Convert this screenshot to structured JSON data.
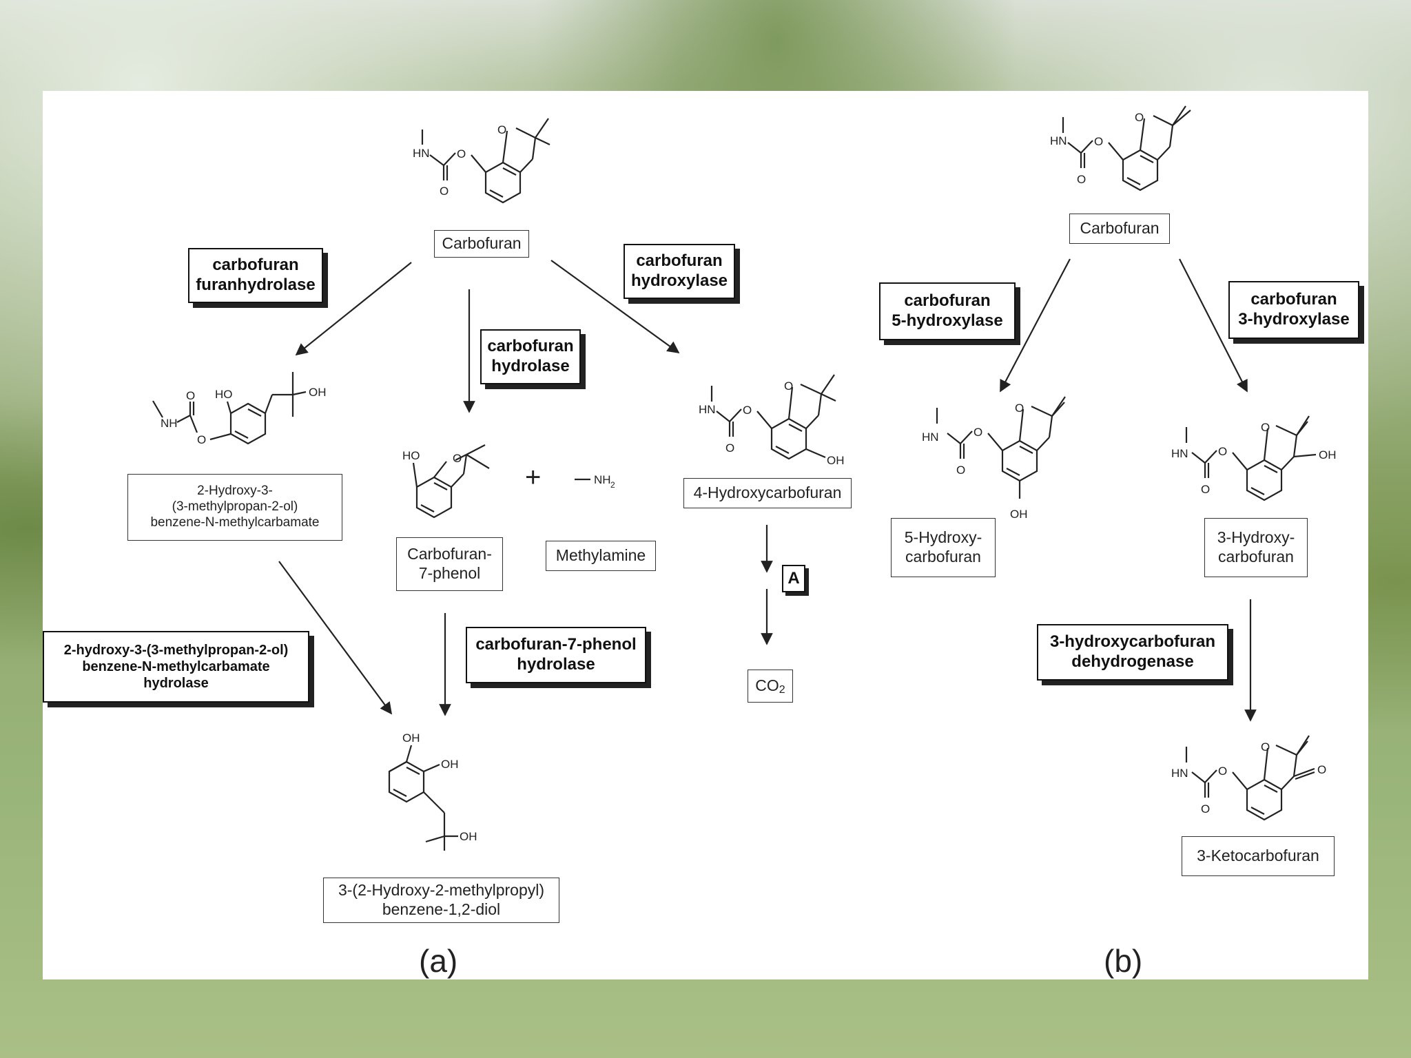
{
  "panel_a": {
    "label": "(a)",
    "compounds": {
      "carbofuran": "Carbofuran",
      "hydroxy_benzene_carbamate": "2-Hydroxy-3-\n(3-methylpropan-2-ol)\nbenzene-N-methylcarbamate",
      "carbofuran_7_phenol": "Carbofuran-\n7-phenol",
      "methylamine": "Methylamine",
      "hydroxycarbofuran_4": "4-Hydroxycarbofuran",
      "co2_main": "CO",
      "co2_sub": "2",
      "diol": "3-(2-Hydroxy-2-methylpropyl)\nbenzene-1,2-diol"
    },
    "enzymes": {
      "furanhydrolase": "carbofuran\nfuranhydrolase",
      "hydrolase": "carbofuran\nhydrolase",
      "hydroxylase": "carbofuran\nhydroxylase",
      "phenol_hydrolase": "carbofuran-7-phenol\nhydrolase",
      "carbamate_hydrolase": "2-hydroxy-3-(3-methylpropan-2-ol)\nbenzene-N-methylcarbamate\nhydrolase",
      "a": "A"
    },
    "plus": "+"
  },
  "panel_b": {
    "label": "(b)",
    "compounds": {
      "carbofuran": "Carbofuran",
      "hydroxycarbofuran_5": "5-Hydroxy-\ncarbofuran",
      "hydroxycarbofuran_3": "3-Hydroxy-\ncarbofuran",
      "ketocarbofuran": "3-Ketocarbofuran"
    },
    "enzymes": {
      "hydroxylase_5": "carbofuran\n5-hydroxylase",
      "hydroxylase_3": "carbofuran\n3-hydroxylase",
      "dehydrogenase": "3-hydroxycarbofuran\ndehydrogenase"
    }
  },
  "atoms": {
    "HN": "HN",
    "NH": "NH",
    "O": "O",
    "OH": "OH",
    "HO": "HO",
    "NH2": "NH",
    "NH2_sub": "2"
  }
}
